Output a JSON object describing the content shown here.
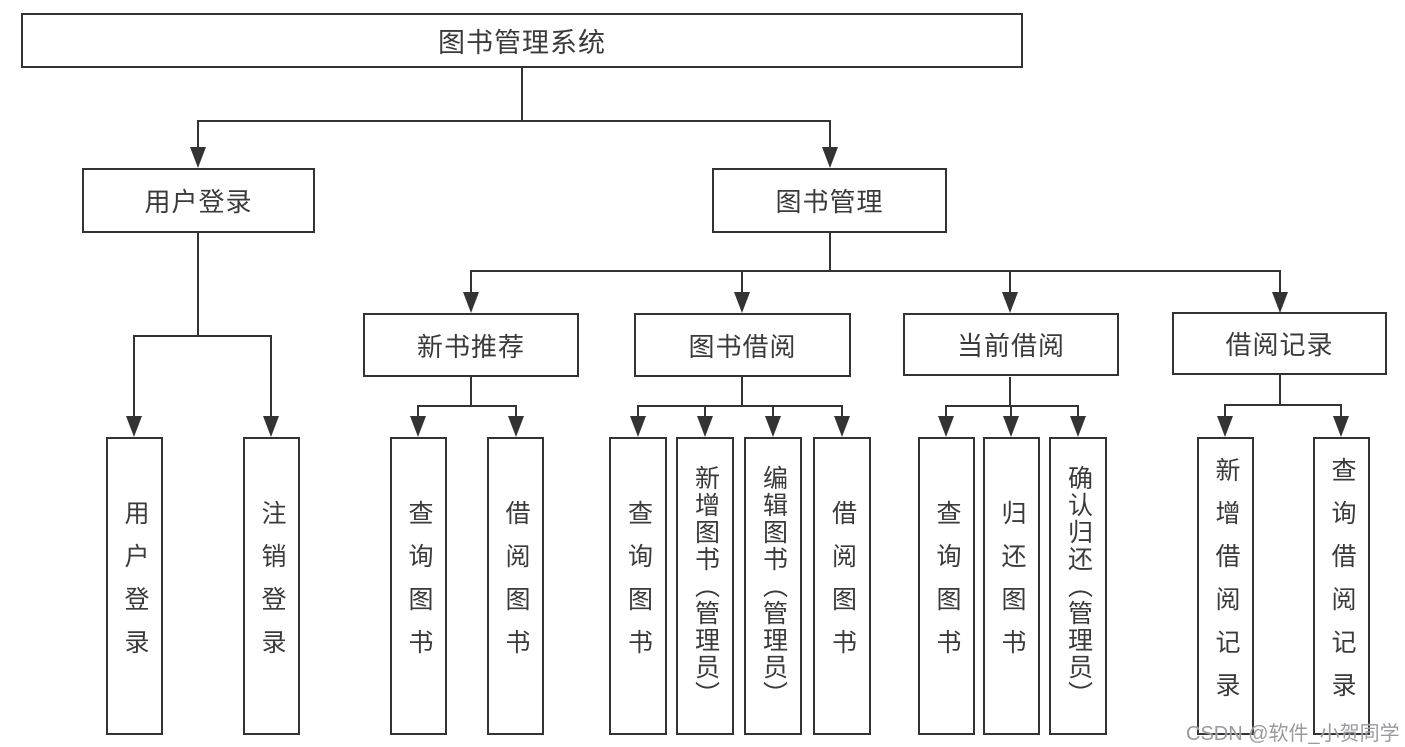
{
  "diagram": {
    "title": "图书管理系统",
    "type": "hierarchy-tree"
  },
  "nodes": {
    "root": "图书管理系统",
    "level2": [
      {
        "label": "用户登录"
      },
      {
        "label": "图书管理"
      }
    ],
    "level3": [
      {
        "label": "新书推荐"
      },
      {
        "label": "图书借阅"
      },
      {
        "label": "当前借阅"
      },
      {
        "label": "借阅记录"
      }
    ],
    "leaves": {
      "login": [
        {
          "label": "用户登录"
        },
        {
          "label": "注销登录"
        }
      ],
      "recommend": [
        {
          "label": "查询图书"
        },
        {
          "label": "借阅图书"
        }
      ],
      "borrowing": [
        {
          "label": "查询图书"
        },
        {
          "label": "新增图书（管理员）"
        },
        {
          "label": "编辑图书（管理员）"
        },
        {
          "label": "借阅图书"
        }
      ],
      "current": [
        {
          "label": "查询图书"
        },
        {
          "label": "归还图书"
        },
        {
          "label": "确认归还（管理员）"
        }
      ],
      "records": [
        {
          "label": "新增借阅记录"
        },
        {
          "label": "查询借阅记录"
        }
      ]
    }
  },
  "watermark": "CSDN @软件_小贺同学",
  "colors": {
    "line": "#333333",
    "text": "#3a3a3a",
    "background": "#ffffff",
    "watermark": "#9494a0"
  }
}
